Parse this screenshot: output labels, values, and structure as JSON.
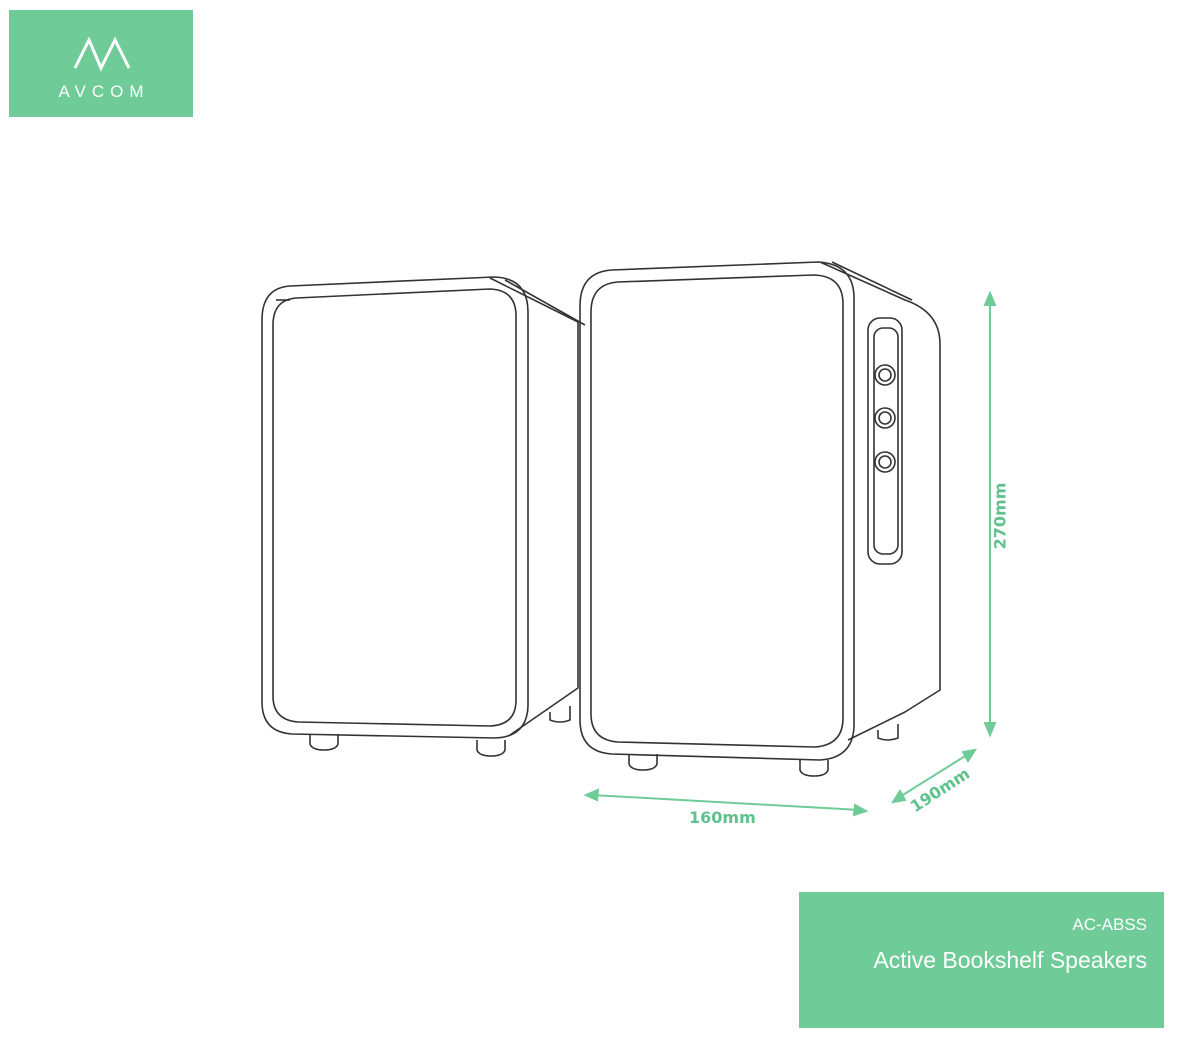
{
  "brand": {
    "logo_text": "AVCOM",
    "logo_mark": "av-monogram-icon",
    "accent_color": "#6fcb98",
    "dimension_color": "#5fc28c"
  },
  "dimensions": {
    "width": "160mm",
    "height": "270mm",
    "depth": "190mm"
  },
  "product": {
    "model": "AC-ABSS",
    "name": "Active Bookshelf Speakers"
  },
  "illustration": {
    "subject": "speaker-pair-line-drawing-icon",
    "knob_count": 3
  }
}
